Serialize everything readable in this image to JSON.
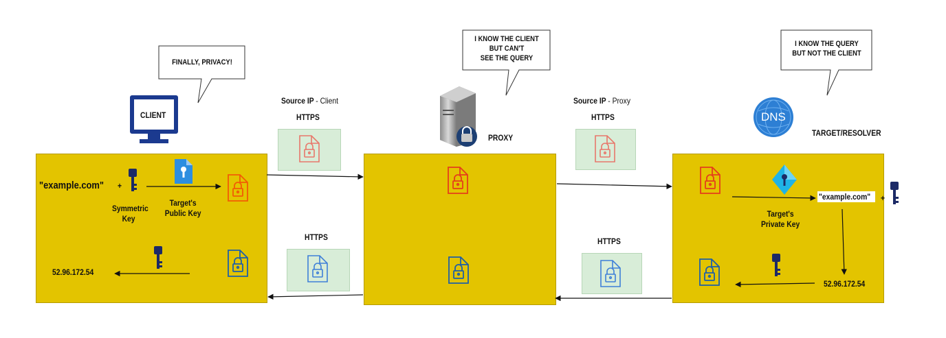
{
  "bubbles": {
    "client": "FINALLY, PRIVACY!",
    "proxy_lines": [
      "I KNOW THE CLIENT",
      "BUT CAN'T",
      "SEE THE QUERY"
    ],
    "resolver_lines": [
      "I KNOW THE QUERY",
      "BUT NOT THE CLIENT"
    ]
  },
  "client": {
    "monitor_label": "CLIENT",
    "query": "\"example.com\"",
    "plus": "+",
    "symmetric_key_line1": "Symmetric",
    "symmetric_key_line2": "Key",
    "public_key_line1": "Target's",
    "public_key_line2": "Public Key",
    "answer_ip": "52.96.172.54"
  },
  "link_client_proxy": {
    "source_prefix": "Source IP",
    "source_suffix": "- Client",
    "https_top": "HTTPS",
    "https_bottom": "HTTPS"
  },
  "proxy": {
    "label": "PROXY"
  },
  "link_proxy_resolver": {
    "source_prefix": "Source IP",
    "source_suffix": "- Proxy",
    "https_top": "HTTPS",
    "https_bottom": "HTTPS"
  },
  "resolver": {
    "dns_badge": "DNS",
    "label": "TARGET/RESOLVER",
    "decrypted_query": "\"example.com\"",
    "plus": "+",
    "private_key_line1": "Target's",
    "private_key_line2": "Private Key",
    "answer_ip": "52.96.172.54"
  },
  "colors": {
    "panel": "#e3c400",
    "https_box": "#d8edd8",
    "lock_red": "#e53e1b",
    "lock_red_pale": "#e8776a",
    "lock_blue": "#1e5fa8",
    "lock_blue_light": "#3d7fd8",
    "key_navy": "#1c2a66",
    "monitor": "#1b3a8f",
    "dns_blue": "#2d7fd4"
  }
}
